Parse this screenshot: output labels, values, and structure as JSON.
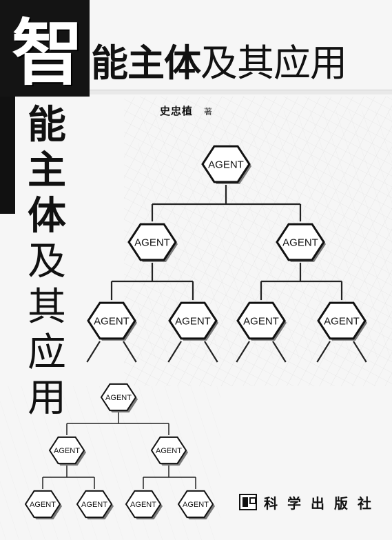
{
  "book": {
    "title_first_char": "智",
    "title_bold": "能主体",
    "title_thin": "及其应用",
    "vertical_title": [
      "能",
      "主",
      "体",
      "及",
      "其",
      "应",
      "用"
    ],
    "author": "史忠植",
    "author_role": "著",
    "publisher": "科学出版社"
  },
  "node_label": "AGENT",
  "colors": {
    "background": "#f6f6f6",
    "ink": "#111111"
  }
}
